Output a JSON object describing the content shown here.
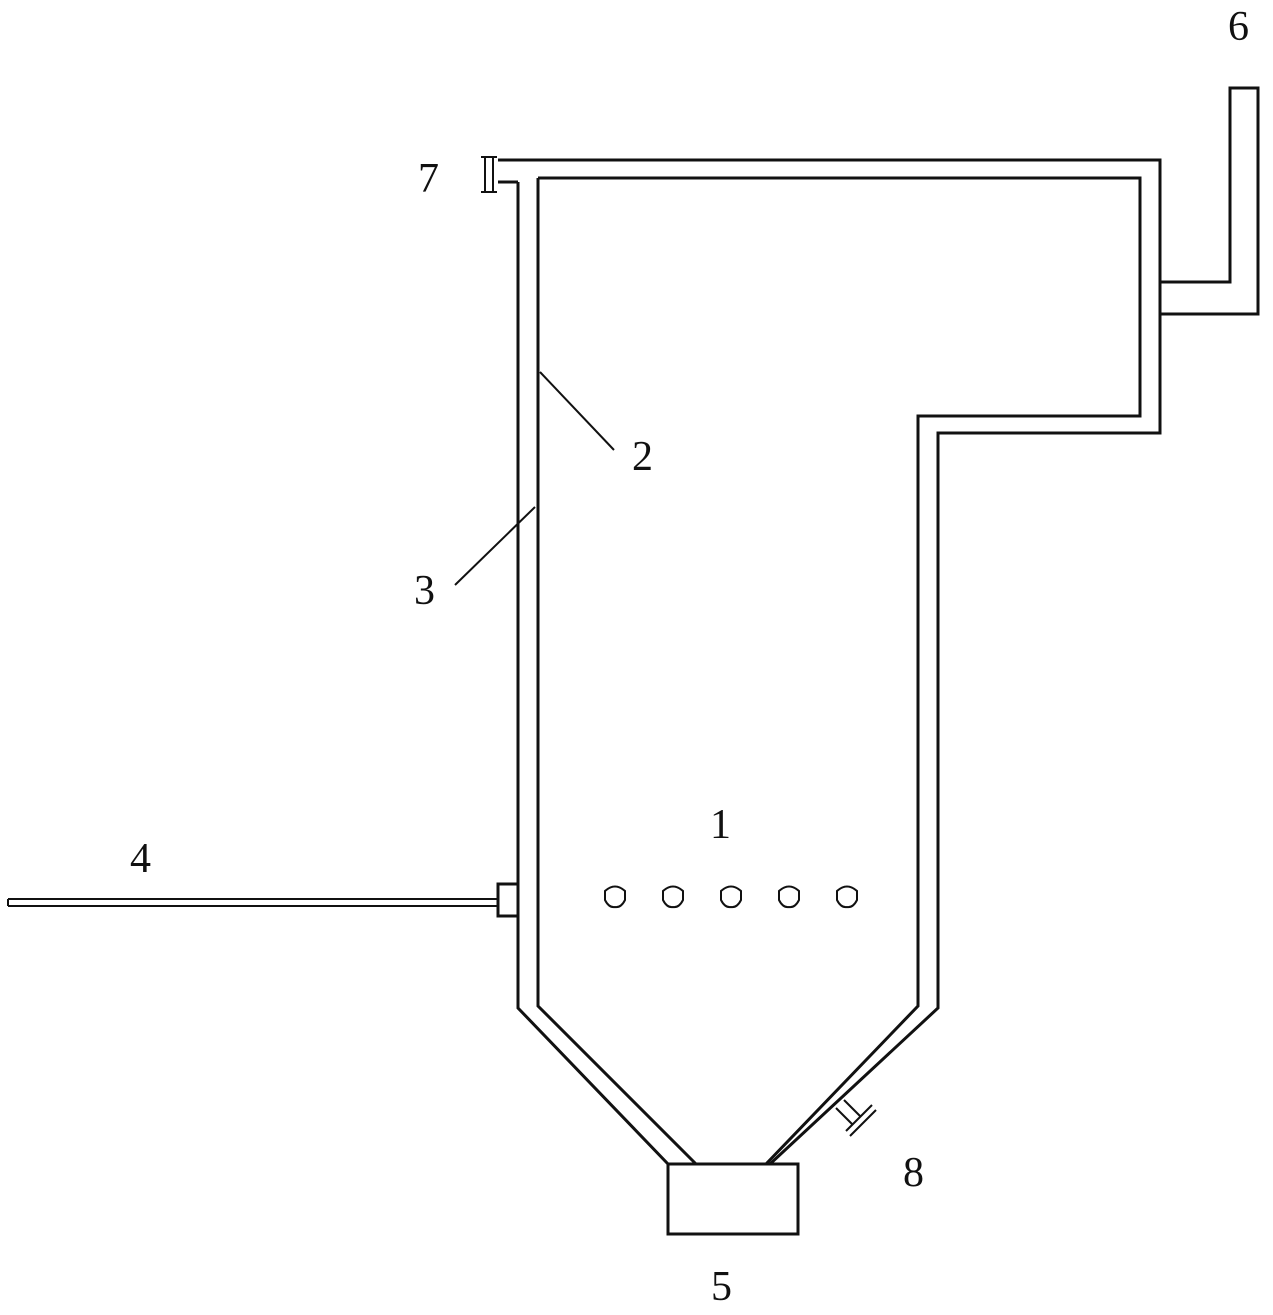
{
  "labels": {
    "l1": "1",
    "l2": "2",
    "l3": "3",
    "l4": "4",
    "l5": "5",
    "l6": "6",
    "l7": "7",
    "l8": "8"
  },
  "nozzle_count": 5,
  "stroke_color": "#111111"
}
